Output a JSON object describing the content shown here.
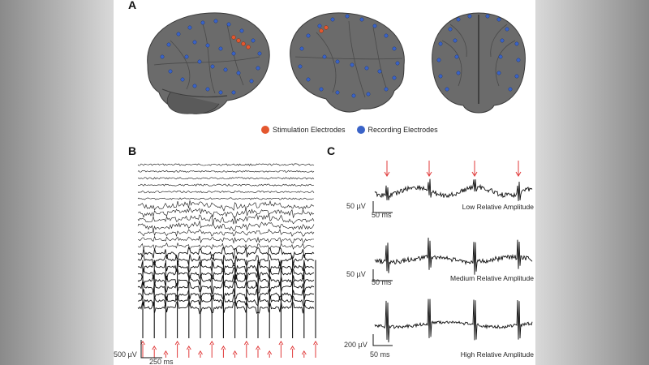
{
  "panels": {
    "a": "A",
    "b": "B",
    "c": "C"
  },
  "legend": {
    "stimulation": "Stimulation Electrodes",
    "recording": "Recording Electrodes",
    "stim_color": "#e4572e",
    "rec_color": "#3a63c8"
  },
  "panel_b": {
    "scale_amp": "500 µV",
    "scale_time": "250 ms"
  },
  "panel_c": {
    "traces": [
      {
        "scale_amp": "50 µV",
        "scale_time": "50 ms",
        "label": "Low Relative Amplitude"
      },
      {
        "scale_amp": "50 µV",
        "scale_time": "50 ms",
        "label": "Medium Relative Amplitude"
      },
      {
        "scale_amp": "200 µV",
        "scale_time": "50 ms",
        "label": "High Relative Amplitude"
      }
    ]
  }
}
